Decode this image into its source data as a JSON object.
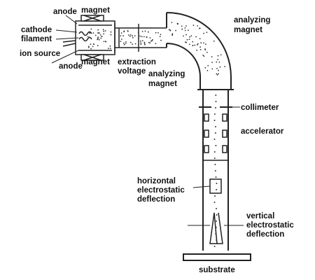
{
  "labels": {
    "anode_top": "anode",
    "magnet_top": "magnet",
    "cathode": "cathode",
    "filament": "filament",
    "ion_source": "ion source",
    "anode_bottom": "anode",
    "magnet_bottom": "magnet",
    "extraction_1": "extraction",
    "extraction_2": "voltage",
    "analyzing_outer_1": "analyzing",
    "analyzing_outer_2": "magnet",
    "analyzing_inner_1": "analyzing",
    "analyzing_inner_2": "magnet",
    "collimeter": "collimeter",
    "accelerator": "accelerator",
    "horizontal_1": "horizontal",
    "horizontal_2": "electrostatic",
    "horizontal_3": "deflection",
    "vertical_1": "vertical",
    "vertical_2": "electrostatic",
    "vertical_3": "deflection",
    "substrate": "substrate"
  },
  "colors": {
    "line": "#222222",
    "text": "#111111",
    "background": "#ffffff"
  }
}
